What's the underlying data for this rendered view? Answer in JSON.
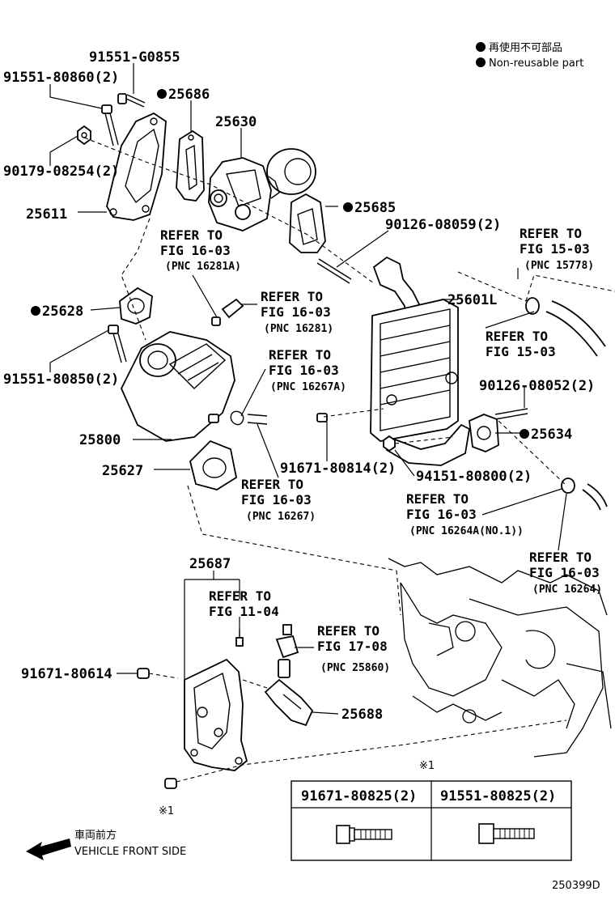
{
  "legend": {
    "jp": "再使用不可部品",
    "en": "Non-reusable part"
  },
  "parts": {
    "p91551_G0855": "91551-G0855",
    "p91551_80860": "91551-80860(2)",
    "p25686": "25686",
    "p25630": "25630",
    "p90179_08254": "90179-08254(2)",
    "p25611": "25611",
    "p25685": "25685",
    "p90126_08059": "90126-08059(2)",
    "p25628": "25628",
    "p25601L": "25601L",
    "p91551_80850": "91551-80850(2)",
    "p90126_08052": "90126-08052(2)",
    "p25634": "25634",
    "p25800": "25800",
    "p91671_80814": "91671-80814(2)",
    "p94151_80800": "94151-80800(2)",
    "p25627": "25627",
    "p25687": "25687",
    "p91671_80614": "91671-80614",
    "p25688": "25688"
  },
  "refs": {
    "r1": {
      "l1": "REFER TO",
      "l2": "FIG 16-03",
      "l3": "(PNC 16281A)"
    },
    "r2": {
      "l1": "REFER TO",
      "l2": "FIG 16-03",
      "l3": "(PNC 16281)"
    },
    "r3": {
      "l1": "REFER TO",
      "l2": "FIG 16-03",
      "l3": "(PNC 16267A)"
    },
    "r4": {
      "l1": "REFER TO",
      "l2": "FIG 16-03",
      "l3": "(PNC 16267)"
    },
    "r5": {
      "l1": "REFER TO",
      "l2": "FIG 15-03",
      "l3": "(PNC 15778)"
    },
    "r6": {
      "l1": "REFER TO",
      "l2": "FIG 15-03"
    },
    "r7": {
      "l1": "REFER TO",
      "l2": "FIG 16-03",
      "l3": "(PNC 16264A(NO.1))"
    },
    "r8": {
      "l1": "REFER TO",
      "l2": "FIG 16-03",
      "l3": "(PNC 16264)"
    },
    "r9": {
      "l1": "REFER TO",
      "l2": "FIG 11-04"
    },
    "r10": {
      "l1": "REFER TO",
      "l2": "FIG 17-08",
      "l3": "(PNC 25860)"
    }
  },
  "note_mark": "※1",
  "note_table": {
    "col1": "91671-80825(2)",
    "col2": "91551-80825(2)"
  },
  "front": {
    "jp": "車両前方",
    "en": "VEHICLE FRONT SIDE"
  },
  "figure_code": "250399D",
  "colors": {
    "ink": "#000000",
    "paper": "#ffffff"
  }
}
